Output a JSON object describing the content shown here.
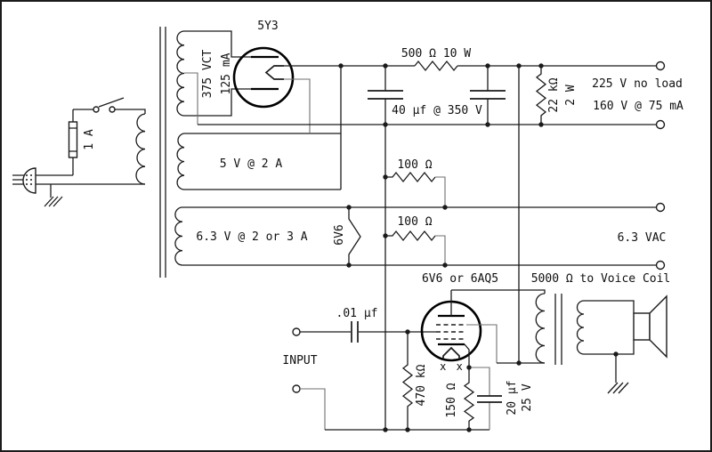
{
  "diagram": {
    "type": "schematic",
    "subject": "single-ended vacuum tube amplifier power supply and output stage",
    "colors": {
      "line": "#1b1b1b",
      "background": "#ffffff"
    }
  },
  "labels": {
    "rectifier_tube": "5Y3",
    "hv_winding_v": "375 VCT",
    "hv_winding_i": "125 mA",
    "fuse": "1 A",
    "winding_5v": "5 V @ 2 A",
    "winding_6v": "6.3 V @ 2 or 3 A",
    "heater_tube": "6V6",
    "filter_resistor": "500 Ω 10 W",
    "filter_caps": "40 µf @ 350 V",
    "bleeder_r": "22 kΩ",
    "bleeder_w": "2 W",
    "b_plus_noload": "225 V no load",
    "b_plus_load": "160 V @ 75 mA",
    "heater_supply": "6.3 VAC",
    "hum_r1": "100 Ω",
    "hum_r2": "100 Ω",
    "output_tube": "6V6 or 6AQ5",
    "output_transformer": "5000 Ω to Voice Coil",
    "coupling_cap": ".01 µf",
    "input": "INPUT",
    "grid_resistor": "470 kΩ",
    "cathode_resistor": "150 Ω",
    "bypass_cap_value": "20 µf",
    "bypass_cap_voltage": "25 V",
    "filament_pins": "x x"
  }
}
